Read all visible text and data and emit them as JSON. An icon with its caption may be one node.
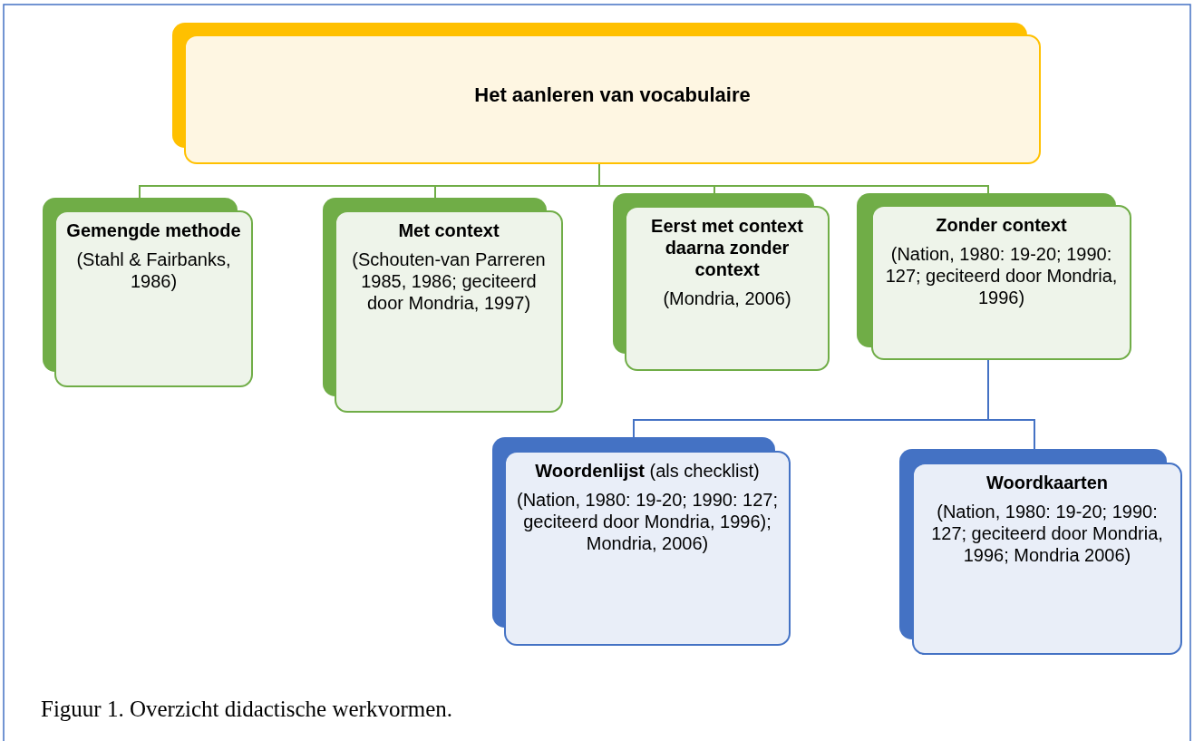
{
  "diagram": {
    "caption": "Figuur 1. Overzicht didactische werkvormen.",
    "nodes": [
      {
        "text": [
          "Het aanleren van vocabulaire"
        ]
      },
      {
        "text": [
          "Gemengde methode",
          "(Stahl & Fairbanks, 1986)"
        ]
      },
      {
        "text": [
          "Met context",
          "(Schouten-van Parreren 1985, 1986; geciteerd door Mondria, 1997)"
        ]
      },
      {
        "text": [
          "Eerst met context daarna zonder context",
          "(Mondria, 2006)"
        ]
      },
      {
        "text": [
          "Zonder context",
          "(Nation, 1980: 19-20; 1990: 127; geciteerd door Mondria, 1996)"
        ]
      },
      {
        "text": [
          "**Woordenlijst** (als checklist)",
          "(Nation, 1980: 19-20; 1990: 127; geciteerd door Mondria, 1996); Mondria, 2006)"
        ]
      },
      {
        "text": [
          "Woordkaarten",
          "(Nation, 1980: 19-20; 1990: 127; geciteerd door Mondria, 1996; Mondria 2006)"
        ]
      }
    ],
    "edges": [
      {
        "from": 0,
        "to": 1,
        "arrow": "none"
      },
      {
        "from": 0,
        "to": 2,
        "arrow": "none"
      },
      {
        "from": 0,
        "to": 3,
        "arrow": "none"
      },
      {
        "from": 0,
        "to": 4,
        "arrow": "none"
      },
      {
        "from": 4,
        "to": 5,
        "arrow": "none",
        "color": "#4472c4"
      },
      {
        "from": 4,
        "to": 6,
        "arrow": "none",
        "color": "#4472c4"
      }
    ]
  }
}
